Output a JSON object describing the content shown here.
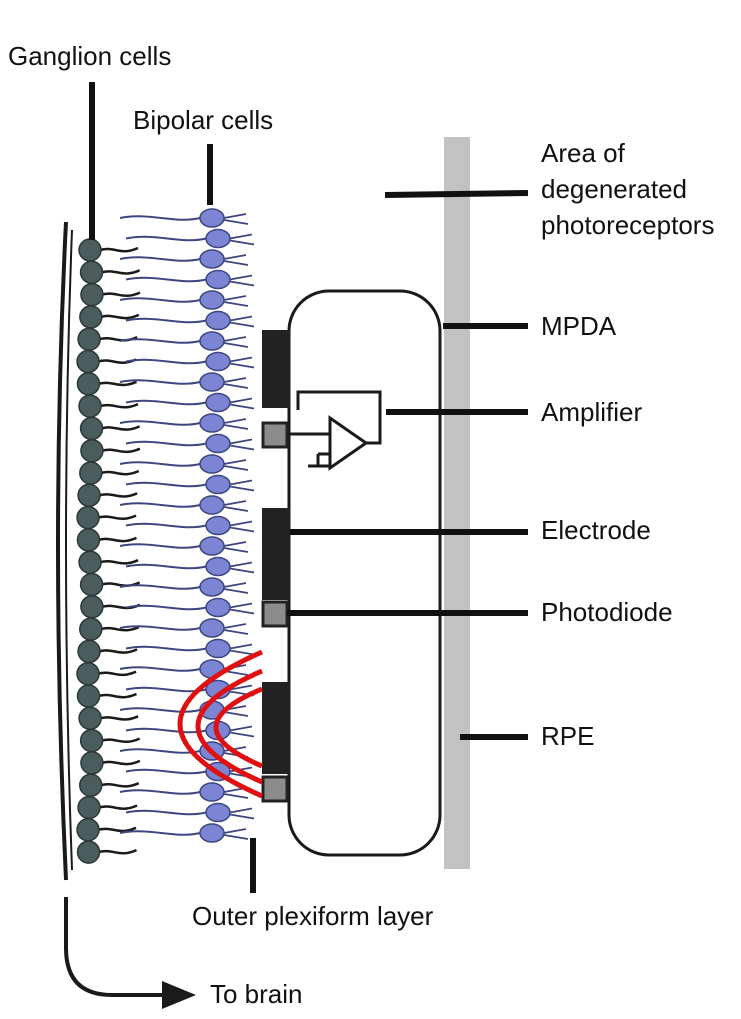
{
  "labels": {
    "ganglion_cells": "Ganglion cells",
    "bipolar_cells": "Bipolar cells",
    "area_line1": "Area of",
    "area_line2": "degenerated",
    "area_line3": "photoreceptors",
    "mpda": "MPDA",
    "amplifier": "Amplifier",
    "electrode": "Electrode",
    "photodiode": "Photodiode",
    "rpe": "RPE",
    "outer_plexiform_layer": "Outer plexiform layer",
    "to_brain": "To brain"
  },
  "colors": {
    "ganglion_cell": "#4a5c5c",
    "bipolar_cell": "#7b85d4",
    "bipolar_outline": "#3d4680",
    "leader_line": "#111111",
    "rpe_layer": "#c2c2c2",
    "electrode": "#222222",
    "photodiode": "#8c8c8c",
    "field_lines": "#e01010"
  },
  "icons": {
    "amplifier": "amplifier-triangle-icon",
    "ground": "ground-symbol-icon",
    "arrow": "arrow-right-icon"
  }
}
